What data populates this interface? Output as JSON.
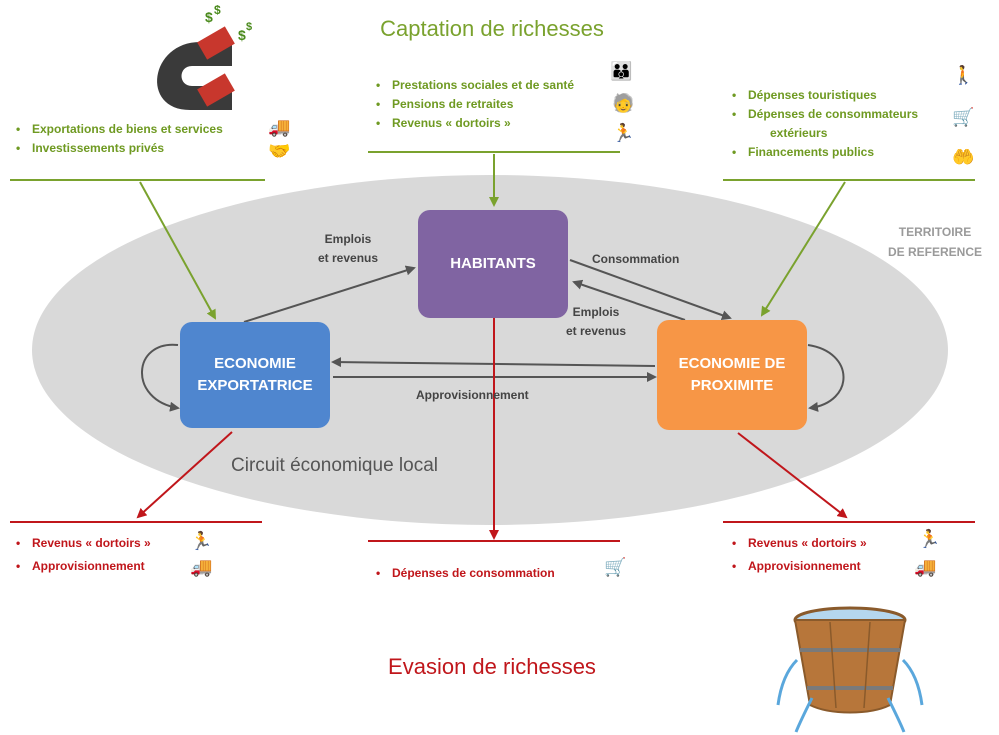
{
  "captation": {
    "title": "Captation de richesses",
    "left_items": [
      "Exportations de biens et services",
      "Investissements privés"
    ],
    "center_items": [
      "Prestations sociales et de santé",
      "Pensions de retraites",
      "Revenus « dortoirs »"
    ],
    "right_items": [
      "Dépenses touristiques",
      "Dépenses de consommateurs",
      "extérieurs",
      "Financements publics"
    ]
  },
  "evasion": {
    "title": "Evasion de richesses",
    "left_items": [
      "Revenus « dortoirs »",
      "Approvisionnement"
    ],
    "center_items": [
      "Dépenses de consommation"
    ],
    "right_items": [
      "Revenus « dortoirs »",
      "Approvisionnement"
    ]
  },
  "territoire": {
    "line1": "TERRITOIRE",
    "line2": "DE REFERENCE"
  },
  "circuit_label": "Circuit économique local",
  "nodes": {
    "habitants": "HABITANTS",
    "eco_export_line1": "ECONOMIE",
    "eco_export_line2": "EXPORTATRICE",
    "eco_prox_line1": "ECONOMIE DE",
    "eco_prox_line2": "PROXIMITE"
  },
  "flows": {
    "emplois_revenus_left_line1": "Emplois",
    "emplois_revenus_left_line2": "et revenus",
    "consommation": "Consommation",
    "emplois_revenus_right_line1": "Emplois",
    "emplois_revenus_right_line2": "et revenus",
    "approvisionnement": "Approvisionnement"
  },
  "colors": {
    "green": "#7aa22e",
    "red": "#c0161b",
    "habitants": "#8064a2",
    "export": "#4f86cf",
    "proximite": "#f79646",
    "ellipse": "#d9d9d9"
  },
  "icons": {
    "magnet": "magnet-icon",
    "bucket": "leaking-bucket-icon",
    "truck": "truck-icon",
    "handshake": "handshake-icon",
    "family": "family-icon",
    "elderly": "elderly-person-icon",
    "runner": "running-person-icon",
    "hiker": "hiker-icon",
    "cart": "shopping-cart-icon",
    "hand_coins": "hand-coins-icon"
  }
}
